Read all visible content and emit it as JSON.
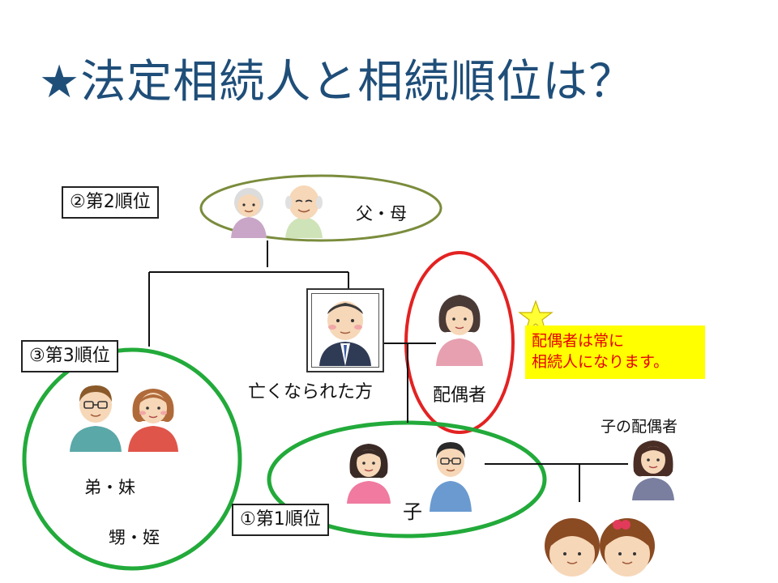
{
  "title": "★法定相続人と相続順位は？",
  "rank2": {
    "label": "②第2順位",
    "members": "父・母"
  },
  "rank3": {
    "label": "③第3順位",
    "siblings": "弟・妹",
    "nephews": "甥・姪"
  },
  "rank1": {
    "label": "①第1順位",
    "child": "子"
  },
  "deceased": "亡くなられた方",
  "spouse": "配偶者",
  "child_spouse": "子の配偶者",
  "note": {
    "line1": "配偶者は常に",
    "line2": "相続人になります。"
  },
  "colors": {
    "title": "#1f4e79",
    "rank2_ellipse": "#7a8c3c",
    "rank_green": "#22aa3a",
    "spouse_ring": "#e32222",
    "note_bg": "#ffff00",
    "note_text": "#e60000",
    "star": "#ffff33"
  }
}
